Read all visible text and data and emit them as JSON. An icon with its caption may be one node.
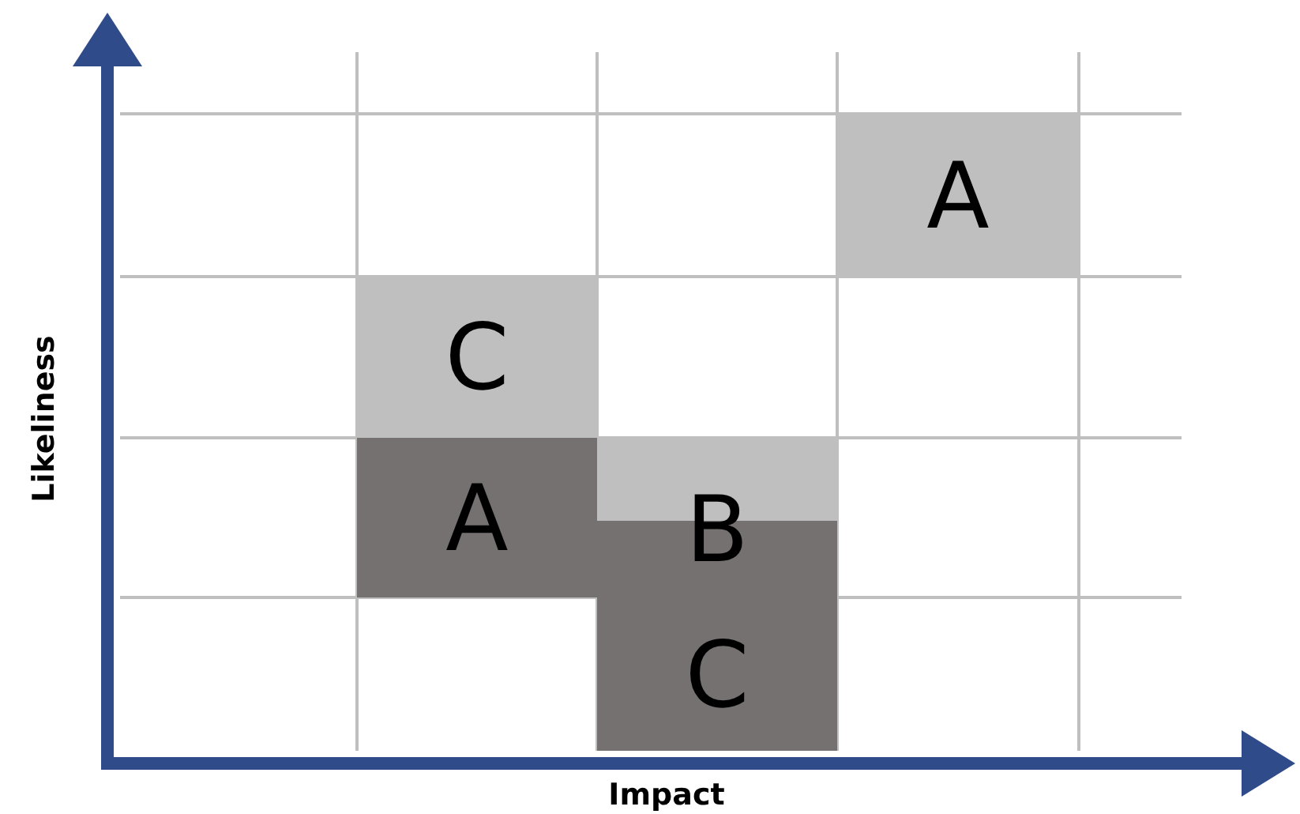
{
  "diagram": {
    "nodes": [
      {
        "text": [
          "A"
        ]
      },
      {
        "text": [
          "C"
        ]
      },
      {
        "text": [
          "A"
        ]
      },
      {
        "text": [
          "B"
        ]
      },
      {
        "text": [
          "C"
        ]
      }
    ],
    "labels": [
      "Likeliness",
      "Impact"
    ]
  }
}
